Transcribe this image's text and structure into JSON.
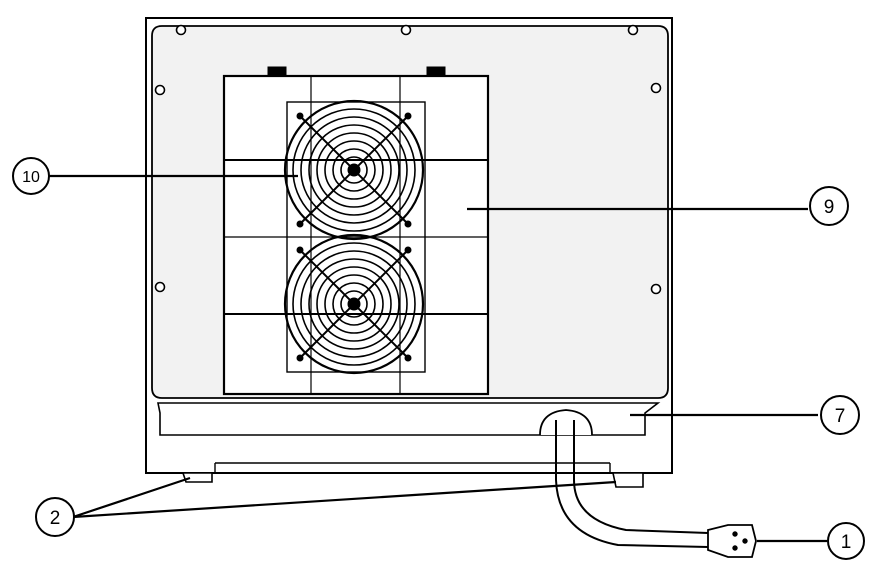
{
  "diagram": {
    "callouts": [
      {
        "id": "c1",
        "label": "1"
      },
      {
        "id": "c2",
        "label": "2"
      },
      {
        "id": "c7",
        "label": "7"
      },
      {
        "id": "c9",
        "label": "9"
      },
      {
        "id": "c10",
        "label": "10"
      }
    ],
    "colors": {
      "line": "#000000",
      "panel": "#f2f2f2",
      "cabinet": "#ffffff"
    }
  }
}
